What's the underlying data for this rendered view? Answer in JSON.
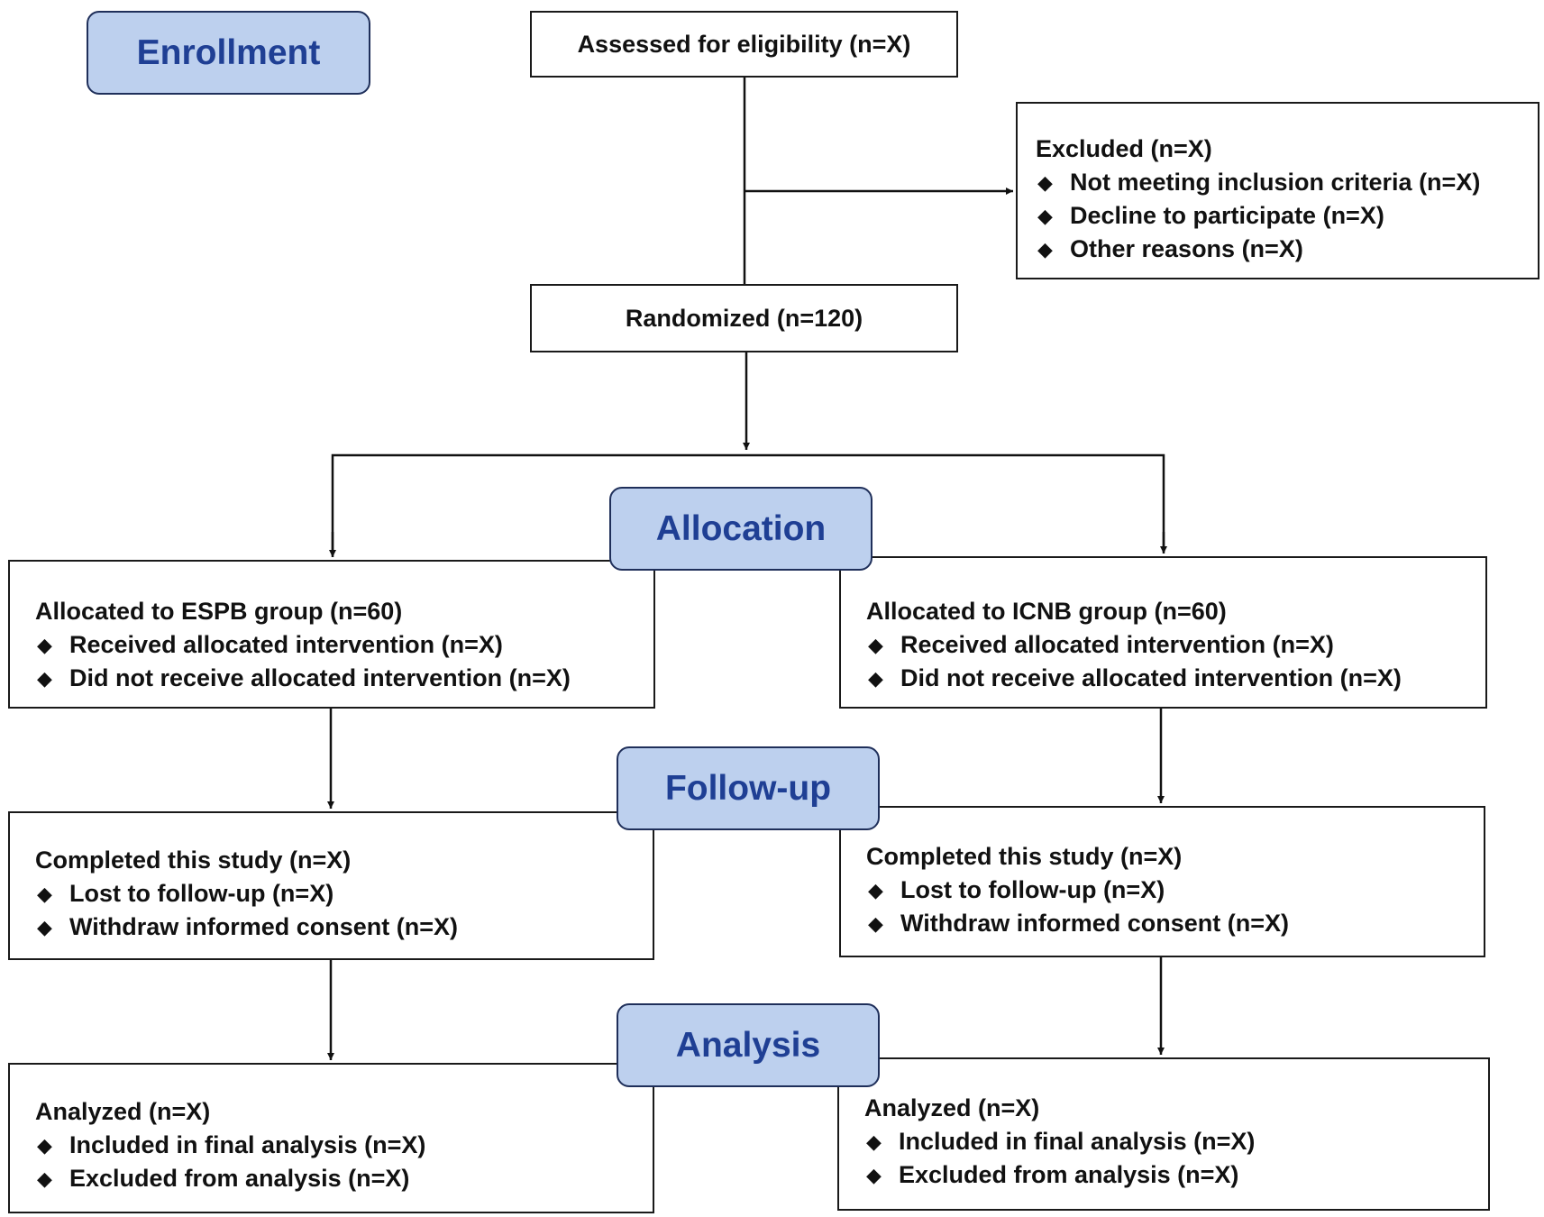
{
  "colors": {
    "stage_fill": "#bdd0ee",
    "stage_text": "#1f3f94",
    "line": "#111111"
  },
  "stages": {
    "enrollment": "Enrollment",
    "allocation": "Allocation",
    "follow_up": "Follow-up",
    "analysis": "Analysis"
  },
  "enrollment": {
    "assessed": "Assessed for eligibility (n=X)",
    "excluded": {
      "title": "Excluded (n=X)",
      "items": [
        "Not meeting inclusion criteria (n=X)",
        "Decline to participate (n=X)",
        "Other reasons (n=X)"
      ]
    },
    "randomized": "Randomized (n=120)"
  },
  "left_arm": {
    "allocation": {
      "title": "Allocated to ESPB group (n=60)",
      "items": [
        "Received allocated intervention (n=X)",
        "Did not receive allocated intervention (n=X)"
      ]
    },
    "follow_up": {
      "title": "Completed this study (n=X)",
      "items": [
        "Lost to follow-up (n=X)",
        "Withdraw informed consent (n=X)"
      ]
    },
    "analysis": {
      "title": "Analyzed (n=X)",
      "items": [
        "Included in final analysis (n=X)",
        "Excluded from analysis (n=X)"
      ]
    }
  },
  "right_arm": {
    "allocation": {
      "title": "Allocated to ICNB group (n=60)",
      "items": [
        "Received allocated intervention (n=X)",
        "Did not receive allocated intervention (n=X)"
      ]
    },
    "follow_up": {
      "title": "Completed this study (n=X)",
      "items": [
        "Lost to follow-up (n=X)",
        "Withdraw informed consent (n=X)"
      ]
    },
    "analysis": {
      "title": "Analyzed (n=X)",
      "items": [
        "Included in final analysis (n=X)",
        "Excluded from analysis (n=X)"
      ]
    }
  }
}
